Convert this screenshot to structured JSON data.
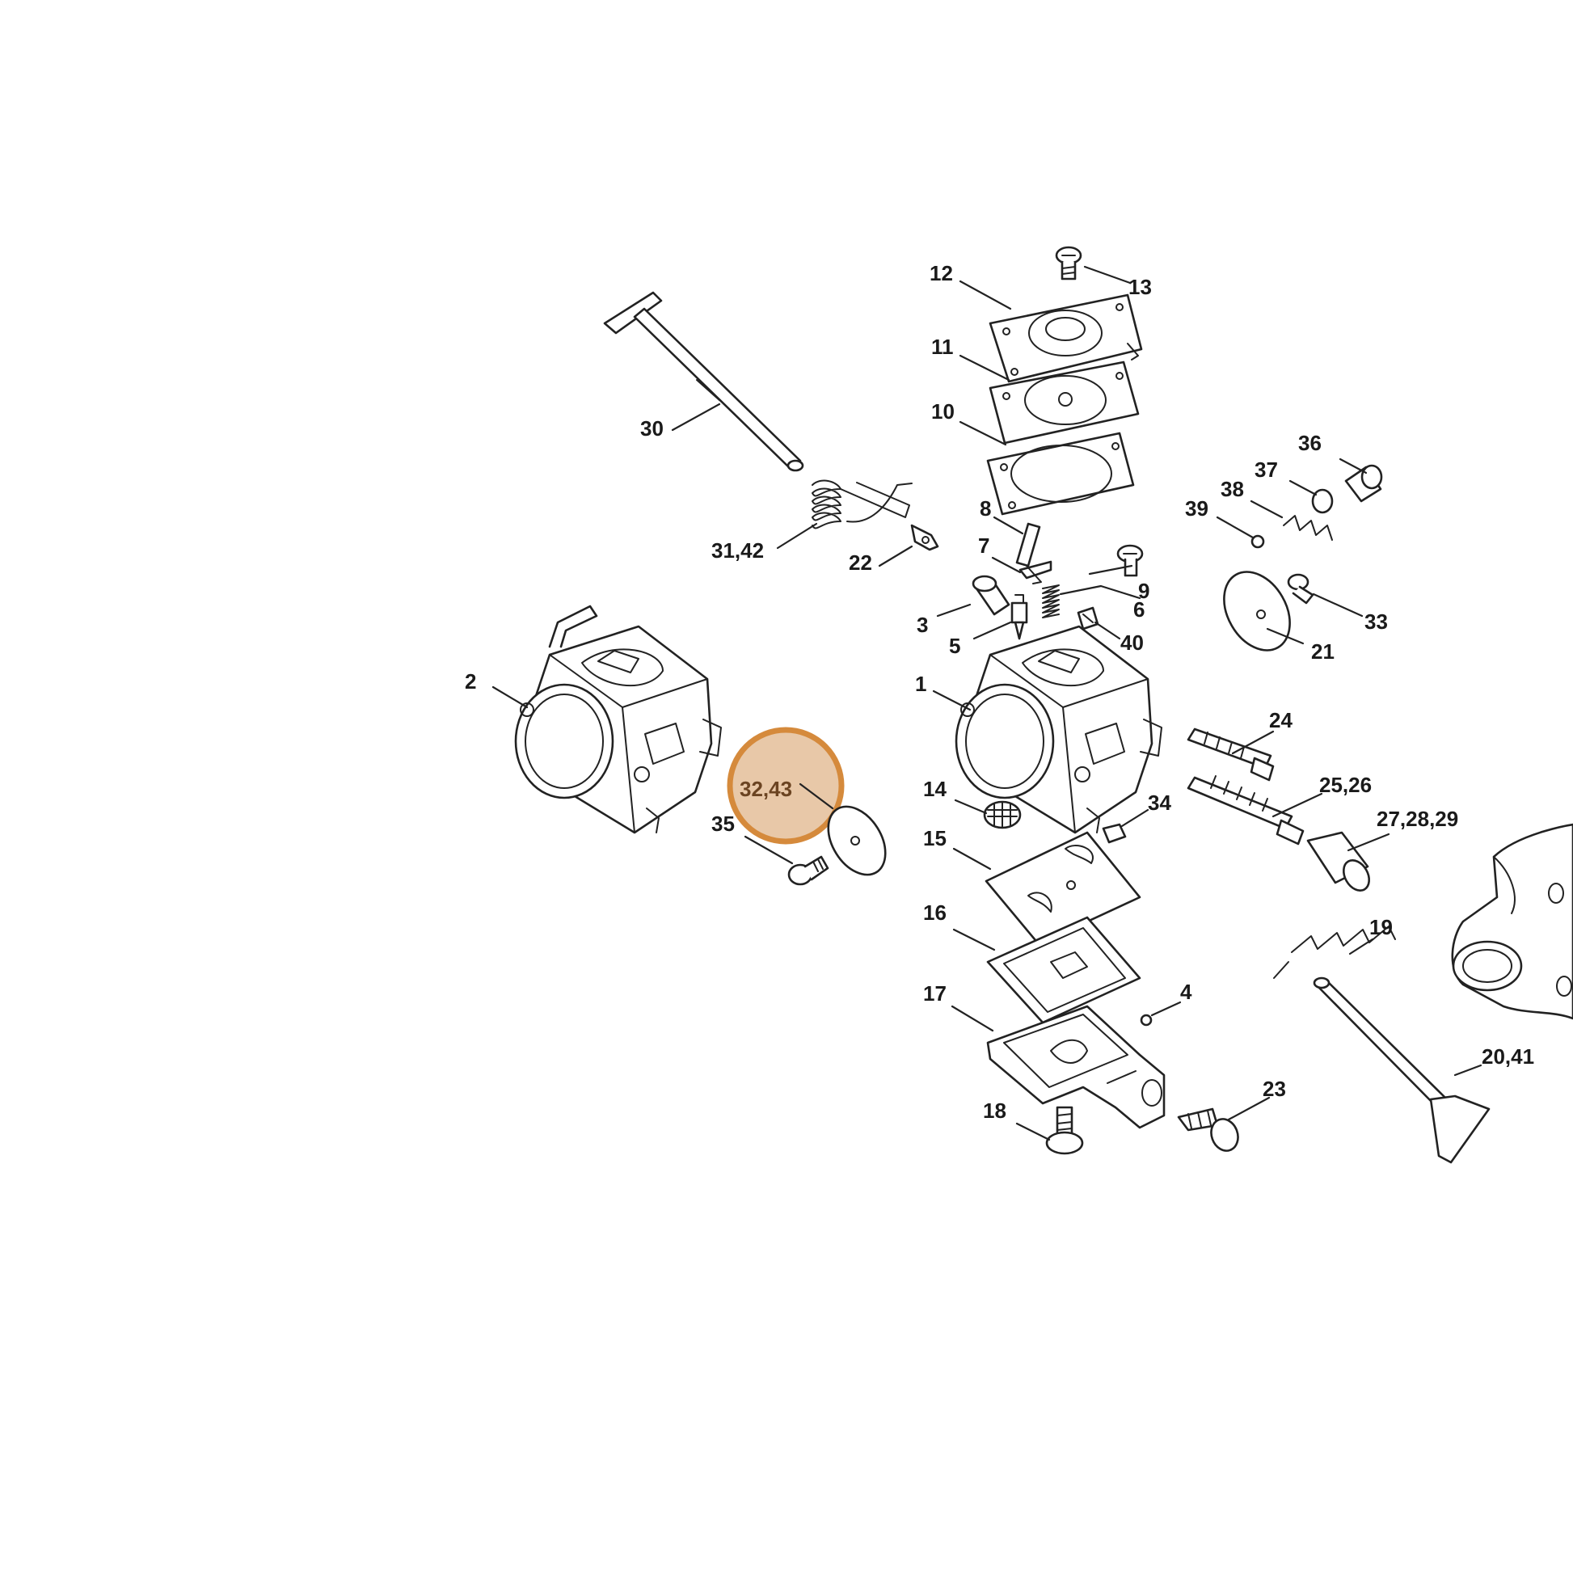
{
  "highlight": {
    "part": "32,43",
    "color": "#e8c8a8",
    "ring_color": "#d58a3c"
  },
  "callouts": {
    "p1": "1",
    "p2": "2",
    "p3": "3",
    "p4": "4",
    "p5": "5",
    "p6": "6",
    "p7": "7",
    "p8": "8",
    "p9": "9",
    "p10": "10",
    "p11": "11",
    "p12": "12",
    "p13": "13",
    "p14": "14",
    "p15": "15",
    "p16": "16",
    "p17": "17",
    "p18": "18",
    "p19": "19",
    "p20_41": "20,41",
    "p21": "21",
    "p22": "22",
    "p23": "23",
    "p24": "24",
    "p25_26": "25,26",
    "p27_28_29": "27,28,29",
    "p30": "30",
    "p31_42": "31,42",
    "p32_43": "32,43",
    "p33": "33",
    "p34": "34",
    "p35": "35",
    "p36": "36",
    "p37": "37",
    "p38": "38",
    "p39": "39",
    "p40": "40"
  }
}
